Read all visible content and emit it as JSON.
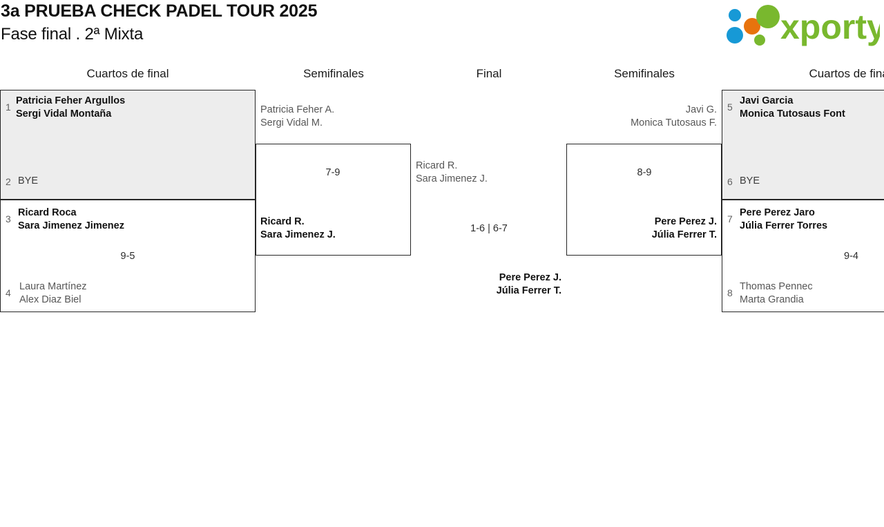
{
  "header": {
    "title": "3a PRUEBA CHECK PADEL TOUR 2025",
    "subtitle": "Fase final . 2ª Mixta",
    "logo": {
      "name": "xporty-logo",
      "wordmark": "xporty",
      "colors": {
        "green": "#6fb32b",
        "blue": "#1799d6",
        "orange": "#e8730d"
      }
    }
  },
  "columns": [
    {
      "id": "qf-left",
      "label": "Cuartos de final"
    },
    {
      "id": "sf-left",
      "label": "Semifinales"
    },
    {
      "id": "final",
      "label": "Final"
    },
    {
      "id": "sf-right",
      "label": "Semifinales"
    },
    {
      "id": "qf-right",
      "label": "Cuartos de final"
    }
  ],
  "bracket": {
    "quarterfinals_left": [
      {
        "id": "qf1",
        "score": "",
        "top": {
          "seed": "1",
          "line1": "Patricia Feher Argullos",
          "line2": "Sergi Vidal Montaña",
          "result": "win"
        },
        "bottom": {
          "seed": "2",
          "bye": "BYE",
          "result": "bye"
        }
      },
      {
        "id": "qf2",
        "score": "9-5",
        "top": {
          "seed": "3",
          "line1": "Ricard Roca",
          "line2": "Sara Jimenez Jimenez",
          "result": "win"
        },
        "bottom": {
          "seed": "4",
          "line1": "Laura Martínez",
          "line2": "Alex Diaz Biel",
          "result": "lose"
        }
      }
    ],
    "semifinals_left": [
      {
        "id": "sf1",
        "score": "7-9",
        "top": {
          "line1": "Patricia Feher A.",
          "line2": "Sergi Vidal M.",
          "result": "lose"
        },
        "bottom": {
          "line1": "Ricard R.",
          "line2": "Sara Jimenez J.",
          "result": "win"
        }
      }
    ],
    "final": {
      "id": "f1",
      "score": "1-6 | 6-7",
      "top": {
        "line1": "Ricard R.",
        "line2": "Sara Jimenez J.",
        "result": "lose"
      },
      "bottom": {
        "line1": "Pere Perez J.",
        "line2": "Júlia Ferrer T.",
        "result": "win"
      }
    },
    "semifinals_right": [
      {
        "id": "sf2",
        "score": "8-9",
        "top": {
          "line1": "Javi G.",
          "line2": "Monica Tutosaus F.",
          "result": "lose"
        },
        "bottom": {
          "line1": "Pere Perez J.",
          "line2": "Júlia Ferrer T.",
          "result": "win"
        }
      }
    ],
    "quarterfinals_right": [
      {
        "id": "qf3",
        "score": "",
        "top": {
          "seed": "5",
          "line1": "Javi Garcia",
          "line2": "Monica Tutosaus Font",
          "result": "win"
        },
        "bottom": {
          "seed": "6",
          "bye": "BYE",
          "result": "bye"
        }
      },
      {
        "id": "qf4",
        "score": "9-4",
        "top": {
          "seed": "7",
          "line1": "Pere Perez Jaro",
          "line2": "Júlia Ferrer Torres",
          "result": "win"
        },
        "bottom": {
          "seed": "8",
          "line1": "Thomas Pennec",
          "line2": "Marta Grandia",
          "result": "lose"
        }
      }
    ]
  }
}
